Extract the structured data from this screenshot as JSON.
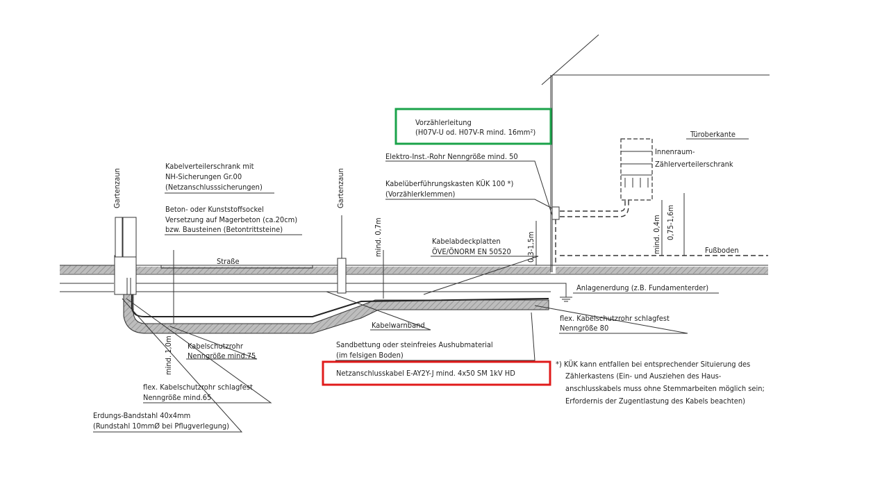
{
  "labels": {
    "gartenzaun_left": "Gartenzaun",
    "gartenzaun_right": "Gartenzaun",
    "kvs_1": "Kabelverteilerschrank mit",
    "kvs_2": "NH-Sicherungen Gr.00",
    "kvs_3": "(Netzanschlusssicherungen)",
    "sockel_1": "Beton- oder Kunststoffsockel",
    "sockel_2": "Versetzung auf Magerbeton (ca.20cm)",
    "sockel_3": "bzw. Bausteinen (Betontrittsteine)",
    "strasse": "Straße",
    "mind07": "mind. 0,7m",
    "kabelabdeck_1": "Kabelabdeckplatten",
    "kabelabdeck_2": "ÖVE/ÖNORM EN 50520",
    "vorzaehler_1": "Vorzählerleitung",
    "vorzaehler_2": "(H07V-U od. H07V-R mind. 16mm²)",
    "elektro": "Elektro-Inst.-Rohr Nenngröße mind. 50",
    "kuek_1": "Kabelüberführungskasten KÜK 100 *)",
    "kuek_2": "(Vorzählerklemmen)",
    "tueroberkante": "Türoberkante",
    "innenraum_1": "Innenraum-",
    "innenraum_2": "Zählerverteilerschrank",
    "mind04": "mind. 0,4m",
    "range075": "0,75-1,6m",
    "range0315": "0,3-1,5m",
    "fussboden": "Fußboden",
    "anlagenerdung": "Anlagenerdung (z.B. Fundamenterder)",
    "kabelwarnband": "Kabelwarnband",
    "flex80_1": "flex. Kabelschutzrohr schlagfest",
    "flex80_2": "Nenngröße 80",
    "sand_1": "Sandbettung oder steinfreies Aushubmaterial",
    "sand_2": "(im felsigen Boden)",
    "netzkabel": "Netzanschlusskabel E-AY2Y-J mind. 4x50 SM 1kV HD",
    "mind10": "mind. 1,0m",
    "kabelschutz_1": "Kabelschutzrohr",
    "kabelschutz_2": "Nenngröße mind.75",
    "flex65_1": "flex. Kabelschutzrohr schlagfest",
    "flex65_2": "Nenngröße mind.65",
    "erdung_1": "Erdungs-Bandstahl 40x4mm",
    "erdung_2": "(Rundstahl 10mmØ bei Pflugverlegung)",
    "footnote_1": "*) KÜK kann entfallen bei entsprechender Situierung des",
    "footnote_2": "Zählerkastens (Ein- und Ausziehen des Haus-",
    "footnote_3": "anschlusskabels muss ohne Stemmarbeiten möglich sein;",
    "footnote_4": "Erfordernis der Zugentlastung des Kabels beachten)"
  },
  "highlight_colors": {
    "netzkabel_box": "#e01b1b",
    "vorzaehler_box": "#1aa34a"
  }
}
